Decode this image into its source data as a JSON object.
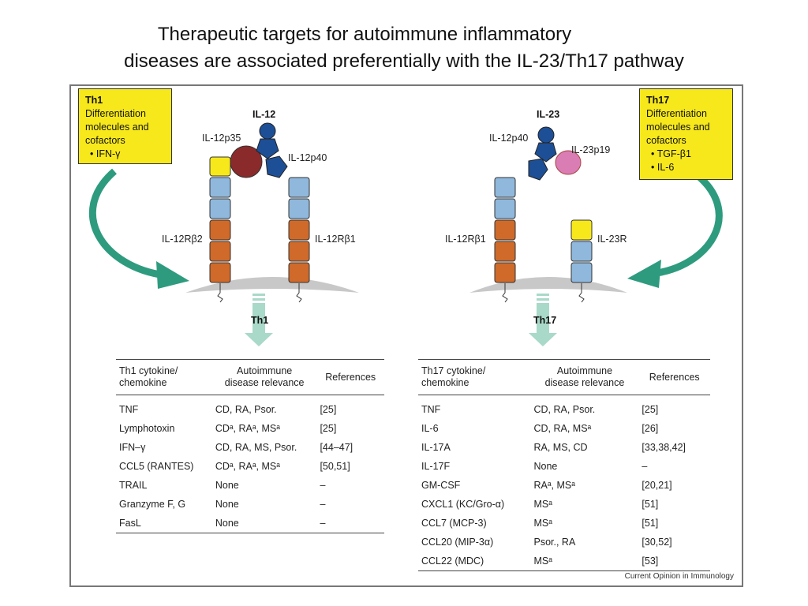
{
  "title_line1": "Therapeutic targets for autoimmune inflammatory",
  "title_line2": "diseases are associated preferentially with the IL-23/Th17 pathway",
  "th1_box": {
    "title": "Th1",
    "text": [
      "Differentiation",
      "molecules and",
      "cofactors"
    ],
    "items": [
      "• IFN-γ"
    ]
  },
  "th17_box": {
    "title": "Th17",
    "text": [
      "Differentiation",
      "molecules and",
      "cofactors"
    ],
    "items": [
      "• TGF-β1",
      "• IL-6"
    ]
  },
  "left_receptor": {
    "cytokine": "IL-12",
    "subunit_a": "IL-12p35",
    "subunit_b": "IL-12p40",
    "chain_a": "IL-12Rβ2",
    "chain_b": "IL-12Rβ1",
    "cell": "Th1"
  },
  "right_receptor": {
    "cytokine": "IL-23",
    "subunit_a": "IL-12p40",
    "subunit_b": "IL-23p19",
    "chain_a": "IL-12Rβ1",
    "chain_b": "IL-23R",
    "cell": "Th17"
  },
  "colors": {
    "yellow": "#f7e81c",
    "blue": "#8fb8dc",
    "orange": "#cf6a2a",
    "red_subunit": "#8b2a2a",
    "navy_subunit": "#1d4f96",
    "pink_subunit": "#d97db4",
    "arrow": "#2e9b7f",
    "membrane": "#c8c8c8",
    "down_arrow": "#a9d9c8"
  },
  "th1_table": {
    "headers": [
      "Th1 cytokine/\nchemokine",
      "Autoimmune\ndisease relevance",
      "References"
    ],
    "rows": [
      [
        "TNF",
        "CD, RA, Psor.",
        "[25]"
      ],
      [
        "Lymphotoxin",
        "CDᵃ, RAᵃ, MSᵃ",
        "[25]"
      ],
      [
        "IFN–γ",
        "CD, RA, MS, Psor.",
        "[44–47]"
      ],
      [
        "CCL5 (RANTES)",
        "CDᵃ, RAᵃ, MSᵃ",
        "[50,51]"
      ],
      [
        "TRAIL",
        "None",
        "–"
      ],
      [
        "Granzyme F, G",
        "None",
        "–"
      ],
      [
        "FasL",
        "None",
        "–"
      ]
    ]
  },
  "th17_table": {
    "headers": [
      "Th17 cytokine/\nchemokine",
      "Autoimmune\ndisease relevance",
      "References"
    ],
    "rows": [
      [
        "TNF",
        "CD, RA, Psor.",
        "[25]"
      ],
      [
        "IL-6",
        "CD, RA, MSᵃ",
        "[26]"
      ],
      [
        "IL-17A",
        "RA, MS, CD",
        "[33,38,42]"
      ],
      [
        "IL-17F",
        "None",
        "–"
      ],
      [
        "GM-CSF",
        "RAᵃ, MSᵃ",
        "[20,21]"
      ],
      [
        "CXCL1 (KC/Gro-α)",
        "MSᵃ",
        "[51]"
      ],
      [
        "CCL7 (MCP-3)",
        "MSᵃ",
        "[51]"
      ],
      [
        "CCL20 (MIP-3α)",
        "Psor., RA",
        "[30,52]"
      ],
      [
        "CCL22 (MDC)",
        "MSᵃ",
        "[53]"
      ]
    ]
  },
  "credit": "Current Opinion in Immunology"
}
